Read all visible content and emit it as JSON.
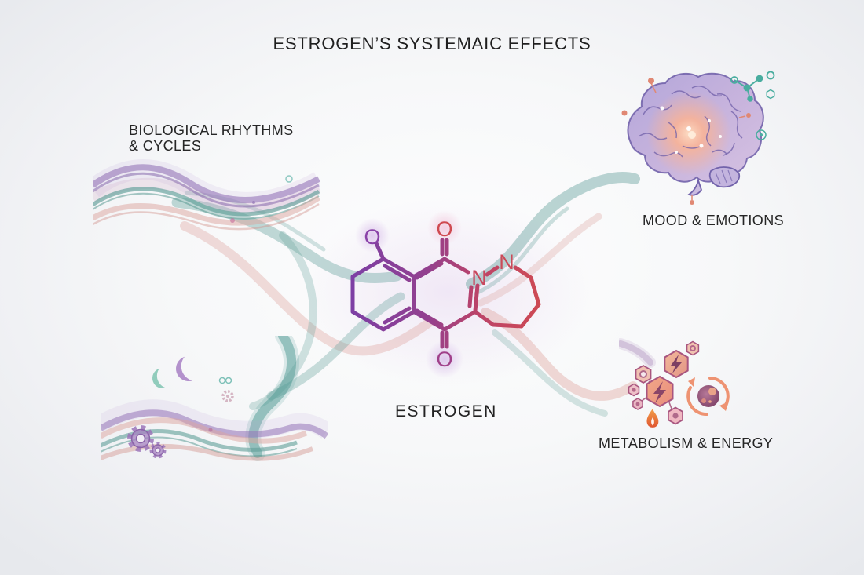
{
  "title": "ESTROGEN’S SYSTEMAIC EFFECTS",
  "molecule": {
    "label": "ESTROGEN",
    "atoms": {
      "o_left": "O",
      "o_top": "O",
      "o_bottom": "O",
      "n_inner": "N",
      "n_outer": "N"
    }
  },
  "sections": {
    "biological_rhythms": {
      "line1": "BIOLOGICAL RHYTHMS",
      "line2": "& CYCLES"
    },
    "mood": {
      "label": "MOOD & EMOTIONS"
    },
    "metabolism": {
      "label": "METABOLISM & ENERGY"
    }
  },
  "icons": {
    "top_left": [
      "wave-ribbons"
    ],
    "top_right": [
      "brain",
      "neural-network-nodes",
      "target-ring",
      "hexagon-outline"
    ],
    "bottom_left": [
      "wave-ribbons",
      "crescent-moon",
      "gear"
    ],
    "bottom_right": [
      "lightning-hexagon",
      "molecule-hexagons",
      "flame",
      "cell-cycle-arrows"
    ]
  },
  "colors": {
    "background_edge": "#e7e9ed",
    "background_center": "#fdfdfe",
    "teal_ribbon": "#5f9e98",
    "pink_ribbon": "#dc9e97",
    "purple_wave": "#9574b8",
    "molecule_purple": "#7b3fa6",
    "molecule_red": "#d04b51",
    "brain_lavender": "#b7abdc",
    "brain_glow": "#f5a98a",
    "metabolism_coral": "#ee9372",
    "text": "#262626"
  }
}
